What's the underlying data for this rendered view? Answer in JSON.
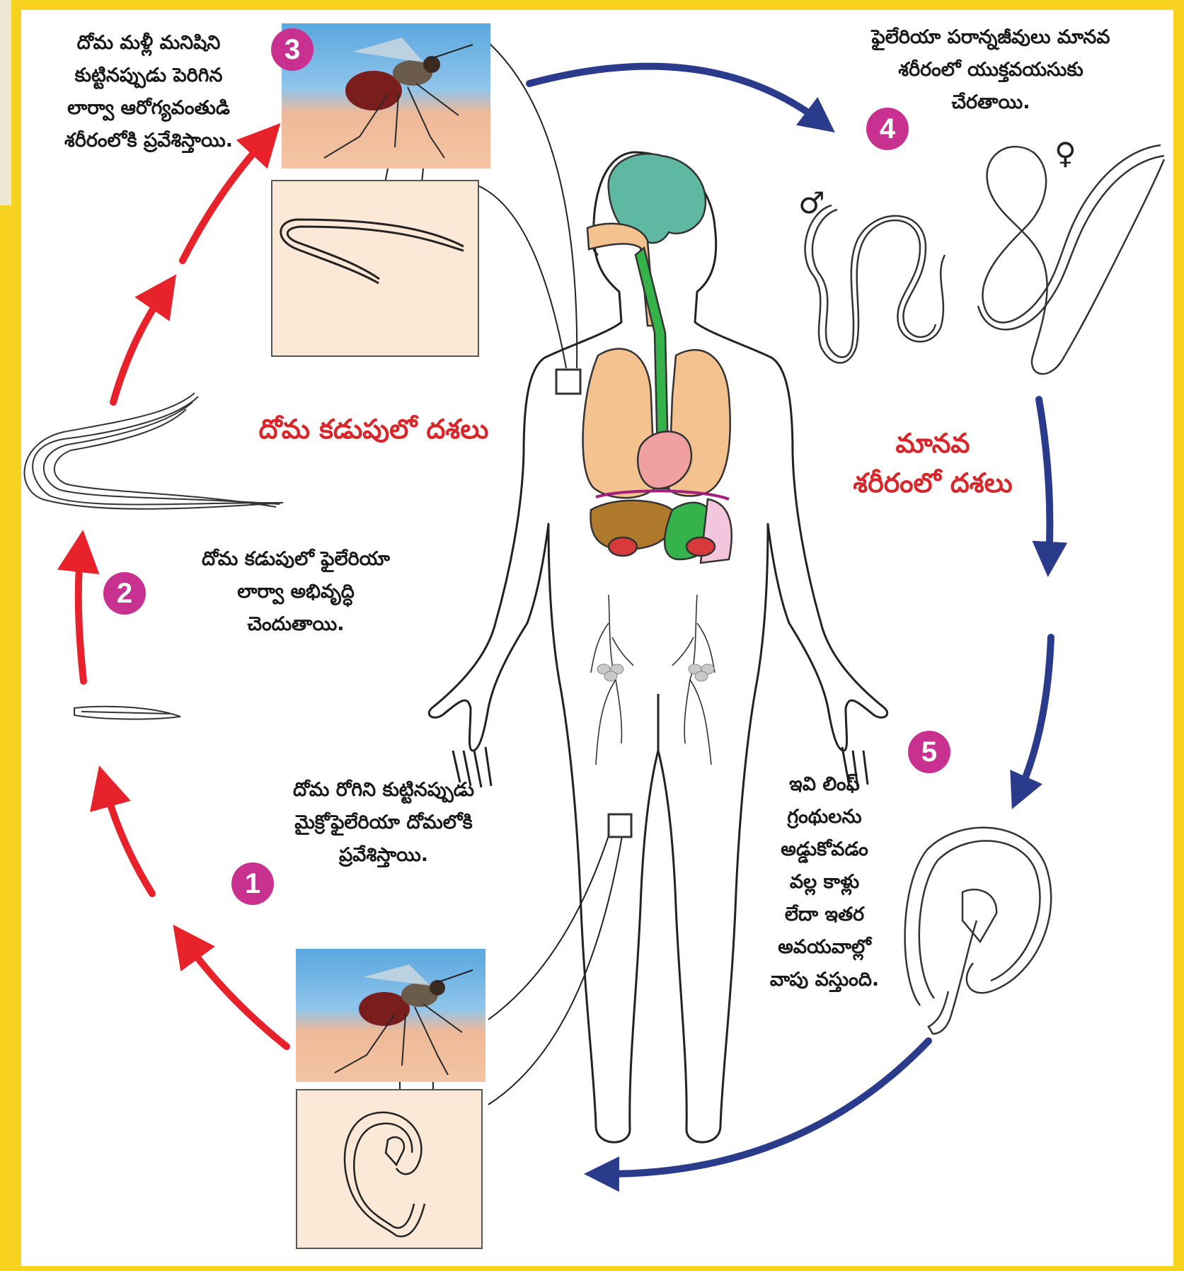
{
  "stages": {
    "mosquito_title": "దోమ కడుపులో దశలు",
    "human_title": [
      "మానవ",
      "శరీరంలో దశలు"
    ]
  },
  "steps": [
    {
      "number": "1",
      "text": [
        "దోమ రోగిని కుట్టినప్పుడు",
        "మైక్రోఫైలేరియా దోమలోకి",
        "ప్రవేశిస్తాయి."
      ]
    },
    {
      "number": "2",
      "text": [
        "దోమ కడుపులో ఫైలేరియా",
        "లార్వా అభివృద్ధి",
        "చెందుతాయి."
      ]
    },
    {
      "number": "3",
      "text": [
        "దోమ మళ్లీ మనిషిని",
        "కుట్టినప్పుడు పెరిగిన",
        "లార్వా ఆరోగ్యవంతుడి",
        "శరీరంలోకి ప్రవేశిస్తాయి."
      ]
    },
    {
      "number": "4",
      "text": [
        "ఫైలేరియా పరాన్నజీవులు మానవ",
        "శరీరంలో యుక్తవయసుకు",
        "చేరతాయి."
      ]
    },
    {
      "number": "5",
      "text": [
        "ఇవి లింఫ్",
        "గ్రంథులను",
        "అడ్డుకోవడం",
        "వల్ల కాళ్లు",
        "లేదా ఇతర",
        "అవయవాల్లో",
        "వాపు వస్తుంది."
      ]
    }
  ],
  "symbols": {
    "male": "♂",
    "female": "♀"
  },
  "colors": {
    "frame": "#f7d21f",
    "badge": "#c8318f",
    "title_red": "#d8262a",
    "arrow_red": "#e8222b",
    "arrow_blue": "#2b3b8c",
    "brain": "#5fb9a2",
    "lungs": "#f3c28e",
    "liver": "#b07a2d",
    "stomach": "#35b24a",
    "heart": "#f0a0a0",
    "kidney": "#d73a3a"
  }
}
